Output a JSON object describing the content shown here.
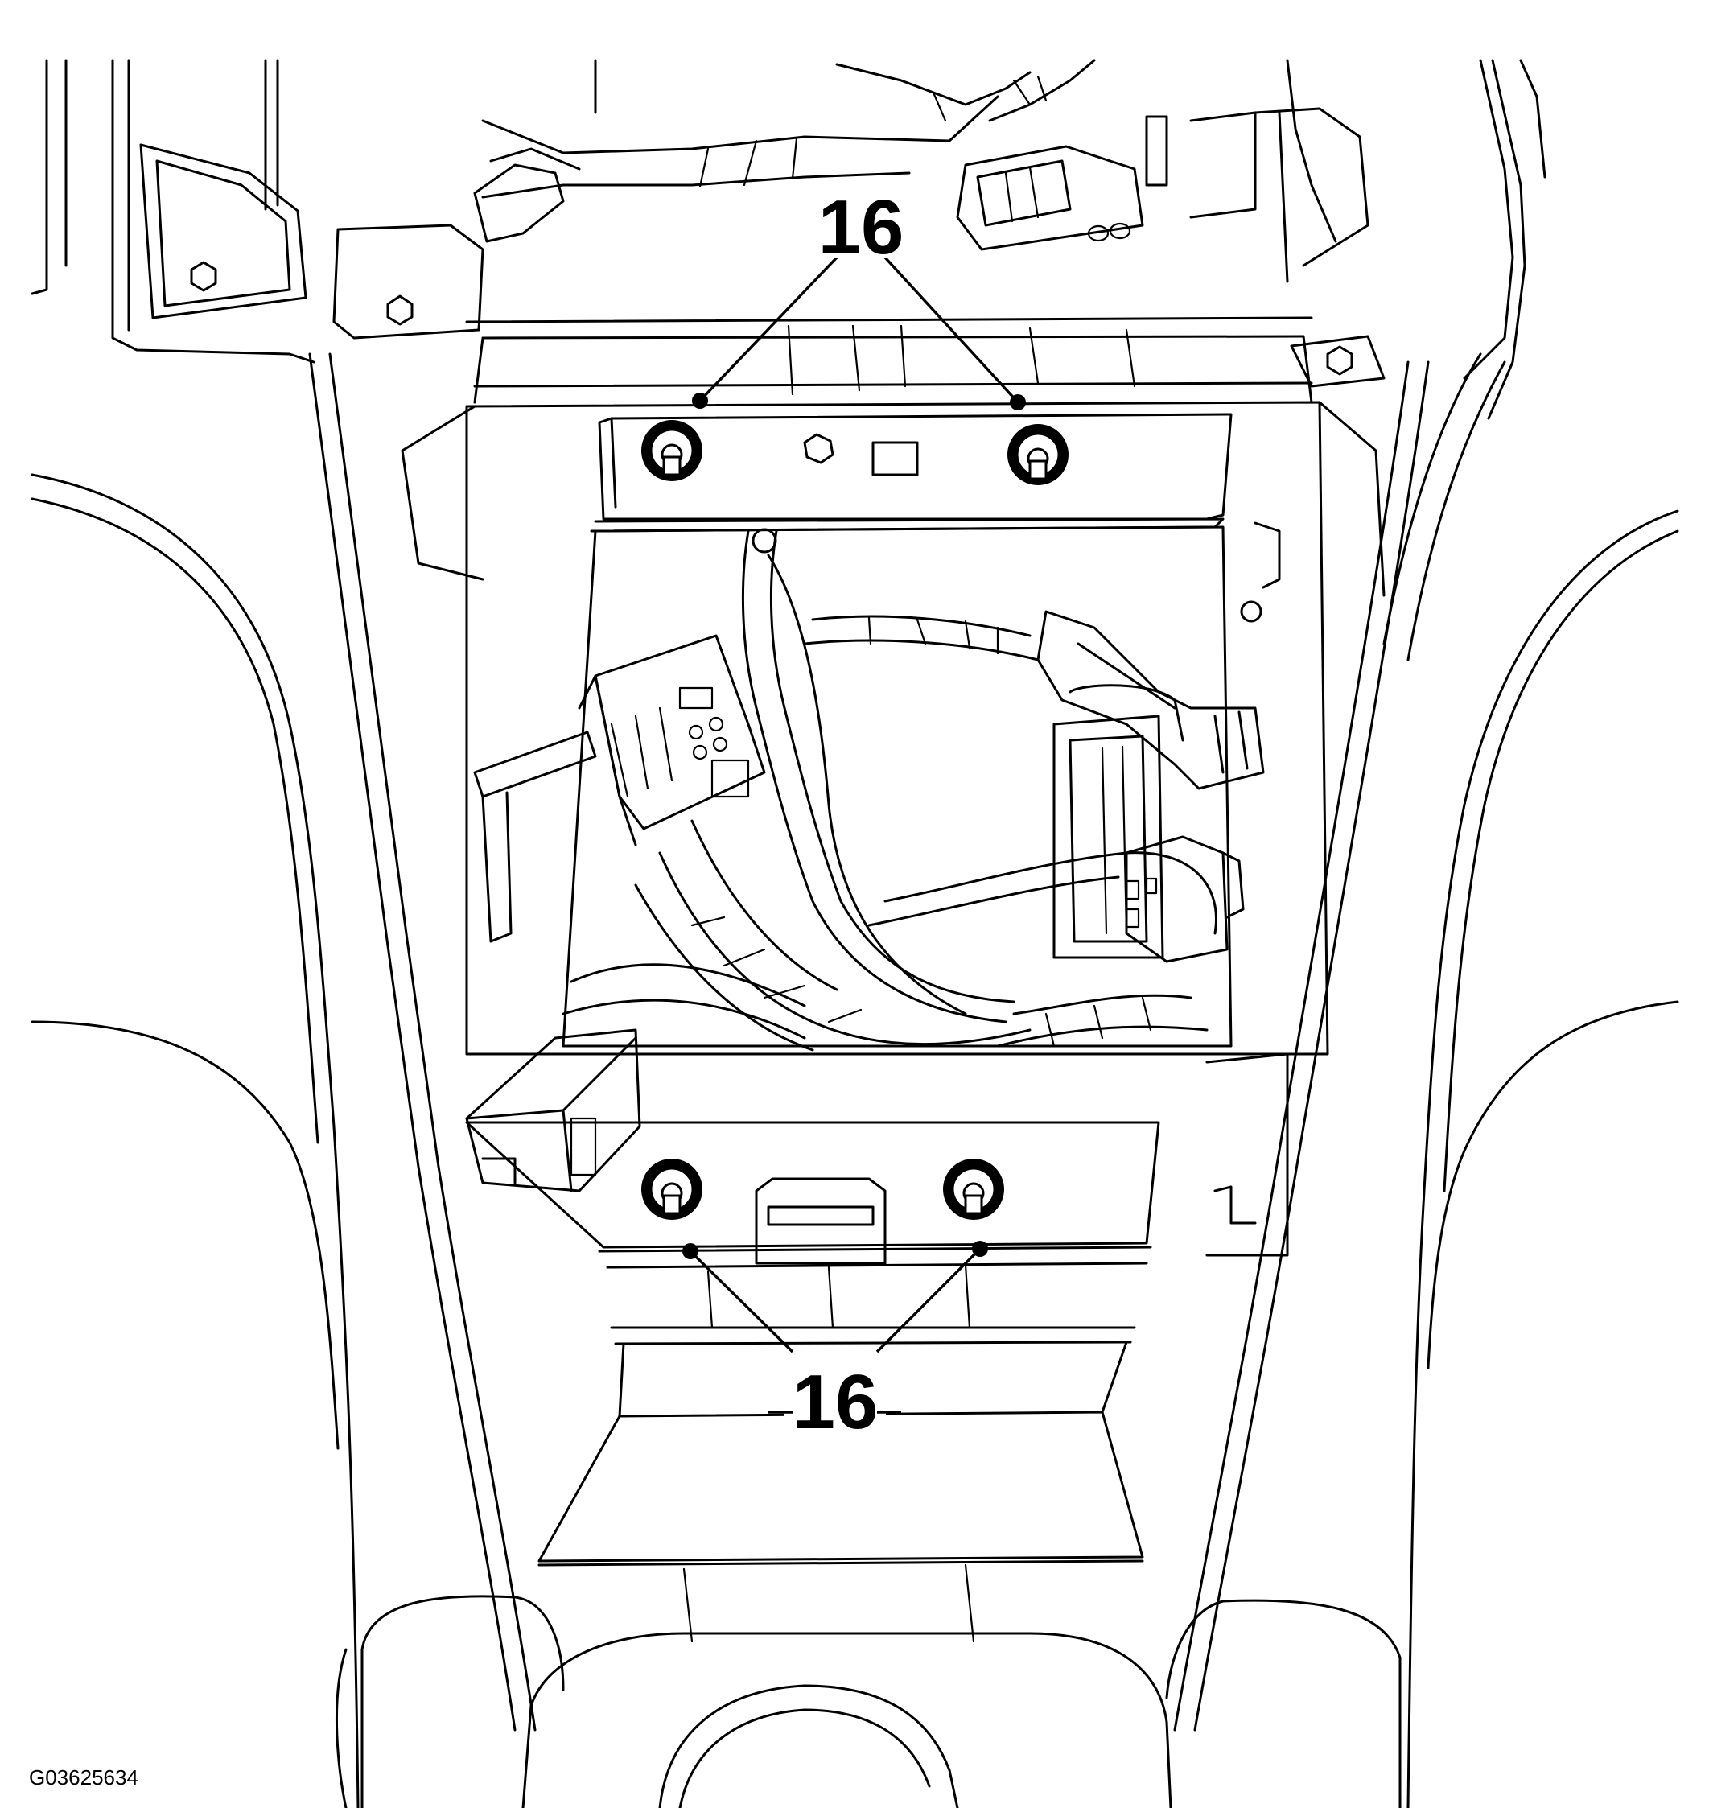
{
  "diagram": {
    "callouts": [
      {
        "id": "upper",
        "label": "16"
      },
      {
        "id": "lower",
        "label": "16"
      }
    ],
    "figure_id": "G03625634"
  }
}
